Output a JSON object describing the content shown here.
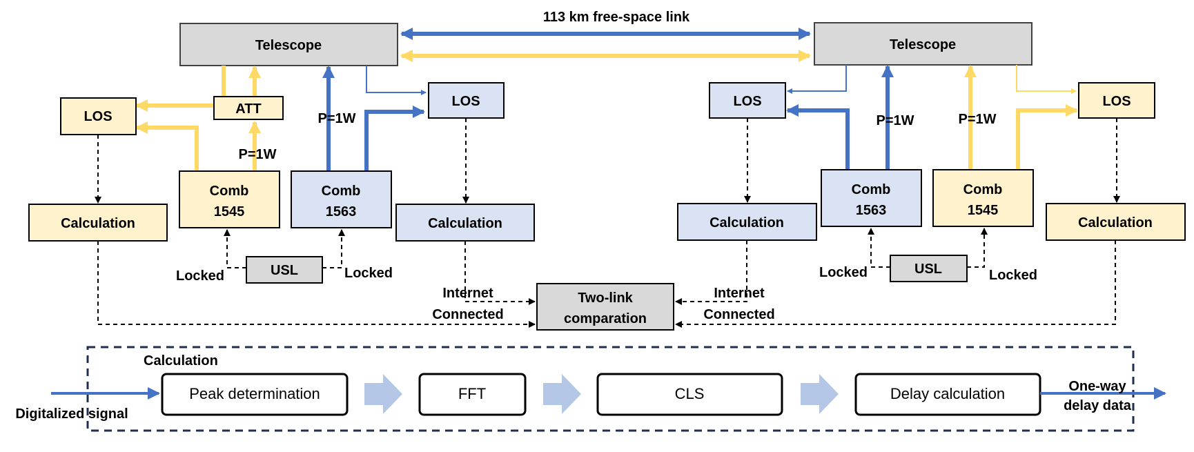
{
  "colors": {
    "yellow_fill": "#FFF2CC",
    "yellow_line": "#FFD966",
    "blue_fill": "#DAE3F3",
    "blue_line": "#4472C4",
    "gray_fill": "#D9D9D9",
    "navy_dash": "#1F2E4E",
    "step_arrow": "#B4C7E7"
  },
  "link_label": "113 km free-space link",
  "left": {
    "telescope": "Telescope",
    "att": "ATT",
    "los_yellow": "LOS",
    "los_blue": "LOS",
    "power_yellow": "P=1W",
    "power_blue": "P=1W",
    "comb_yellow": [
      "Comb",
      "1545"
    ],
    "comb_blue": [
      "Comb",
      "1563"
    ],
    "calc_yellow": "Calculation",
    "calc_blue": "Calculation",
    "usl": "USL",
    "locked_left": "Locked",
    "locked_right": "Locked",
    "internet": [
      "Internet",
      "Connected"
    ]
  },
  "right": {
    "telescope": "Telescope",
    "los_blue": "LOS",
    "los_yellow": "LOS",
    "power_blue": "P=1W",
    "power_yellow": "P=1W",
    "comb_blue": [
      "Comb",
      "1563"
    ],
    "comb_yellow": [
      "Comb",
      "1545"
    ],
    "calc_blue": "Calculation",
    "calc_yellow": "Calculation",
    "usl": "USL",
    "locked_left": "Locked",
    "locked_right": "Locked",
    "internet": [
      "Internet",
      "Connected"
    ]
  },
  "comparison": [
    "Two-link",
    "comparation"
  ],
  "pipeline": {
    "title": "Calculation",
    "input": "Digitalized signal",
    "steps": [
      "Peak determination",
      "FFT",
      "CLS",
      "Delay calculation"
    ],
    "output": [
      "One-way",
      "delay data"
    ]
  }
}
